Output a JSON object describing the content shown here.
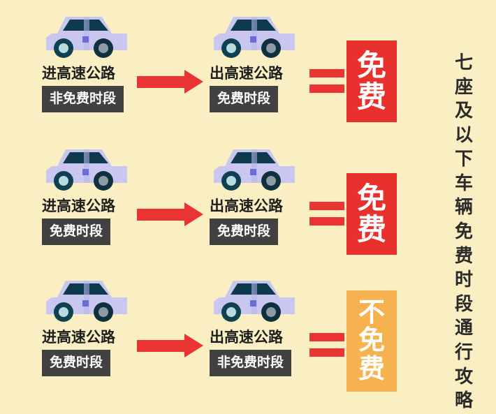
{
  "meta": {
    "background_color": "#faeec3",
    "accent_red": "#ea3333",
    "badge_free_color": "#e8312d",
    "badge_notfree_color": "#f6b24f",
    "label_box_color": "#414141",
    "text_color": "#1d1d1d"
  },
  "headline": {
    "text": "七座及以下车辆免费时段通行攻略",
    "chars": [
      "七",
      "座",
      "及",
      "以",
      "下",
      "车",
      "辆",
      "免",
      "费",
      "时",
      "段",
      "通",
      "行",
      "攻",
      "略"
    ]
  },
  "symbols": {
    "arrow": "arrow-right",
    "equals": "equals-sign"
  },
  "rows": [
    {
      "enter": {
        "road_label": "进高速公路",
        "period_label": "非免费时段",
        "icon": "car-icon"
      },
      "exit": {
        "road_label": "出高速公路",
        "period_label": "免费时段",
        "icon": "car-icon"
      },
      "result": {
        "text": "免费",
        "chars": [
          "免",
          "费"
        ],
        "type": "free"
      }
    },
    {
      "enter": {
        "road_label": "进高速公路",
        "period_label": "免费时段",
        "icon": "car-icon"
      },
      "exit": {
        "road_label": "出高速公路",
        "period_label": "免费时段",
        "icon": "car-icon"
      },
      "result": {
        "text": "免费",
        "chars": [
          "免",
          "费"
        ],
        "type": "free"
      }
    },
    {
      "enter": {
        "road_label": "进高速公路",
        "period_label": "免费时段",
        "icon": "car-icon"
      },
      "exit": {
        "road_label": "出高速公路",
        "period_label": "非免费时段",
        "icon": "car-icon"
      },
      "result": {
        "text": "不免费",
        "chars": [
          "不",
          "免",
          "费"
        ],
        "type": "not-free"
      }
    }
  ]
}
